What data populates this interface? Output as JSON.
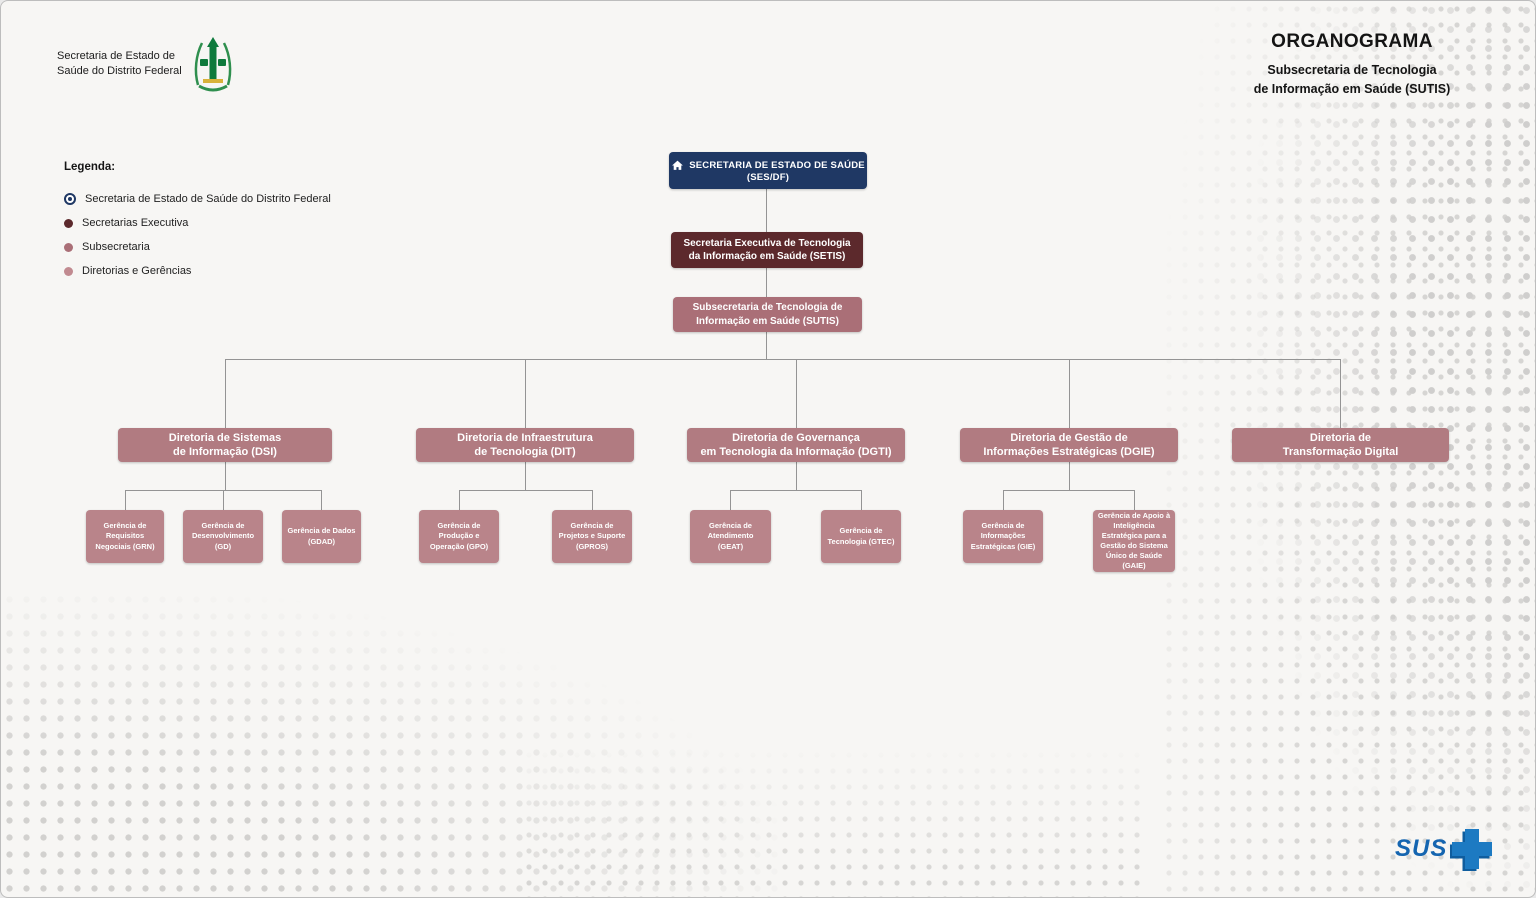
{
  "page": {
    "title": "ORGANOGRAMA",
    "subtitle_line1": "Subsecretaria de Tecnologia",
    "subtitle_line2": "de Informação em Saúde (SUTIS)"
  },
  "logo": {
    "line1": "Secretaria de Estado de",
    "line2": "Saúde do Distrito Federal"
  },
  "legend": {
    "title": "Legenda:",
    "items": [
      {
        "label": "Secretaria de Estado de Saúde do Distrito Federal",
        "color": "#1f3864"
      },
      {
        "label": "Secretarias Executiva",
        "color": "#5c292c"
      },
      {
        "label": "Subsecretaria",
        "color": "#aa6f77"
      },
      {
        "label": "Diretorias e Gerências",
        "color": "#c18a90"
      }
    ]
  },
  "org": {
    "root": {
      "line1": "SECRETARIA DE ESTADO DE SAÚDE",
      "line2": "(SES/DF)"
    },
    "setis": {
      "line1": "Secretaria Executiva de Tecnologia",
      "line2": "da Informação em Saúde (SETIS)"
    },
    "sutis": {
      "line1": "Subsecretaria de Tecnologia de",
      "line2": "Informação em Saúde (SUTIS)"
    },
    "diretorias": [
      {
        "line1": "Diretoria de Sistemas",
        "line2": "de Informação (DSI)"
      },
      {
        "line1": "Diretoria de Infraestrutura",
        "line2": "de Tecnologia (DIT)"
      },
      {
        "line1": "Diretoria de Governança",
        "line2": "em Tecnologia da Informação (DGTI)"
      },
      {
        "line1": "Diretoria de Gestão de",
        "line2": "Informações Estratégicas (DGIE)"
      },
      {
        "line1": "Diretoria de",
        "line2": "Transformação Digital"
      }
    ],
    "gerencias": [
      {
        "label": "Gerência de Requisitos Negociais (GRN)"
      },
      {
        "label": "Gerência de Desenvolvimento (GD)"
      },
      {
        "label": "Gerência de Dados (GDAD)"
      },
      {
        "label": "Gerência de Produção e Operação (GPO)"
      },
      {
        "label": "Gerência de Projetos e Suporte (GPROS)"
      },
      {
        "label": "Gerência de Atendimento (GEAT)"
      },
      {
        "label": "Gerência de Tecnologia (GTEC)"
      },
      {
        "label": "Gerência de Informações Estratégicas (GIE)"
      },
      {
        "label": "Gerência de Apoio à Inteligência Estratégica para a Gestão do Sistema Único de Saúde (GAIE)"
      }
    ]
  },
  "footer": {
    "sus": "SUS"
  },
  "colors": {
    "root": "#1f3864",
    "executiva": "#5c292c",
    "subsecretaria": "#aa6f77",
    "diretoria": "#b17b81",
    "gerencia": "#b9848a",
    "sus_blue": "#1565b0",
    "connector": "#949494"
  }
}
